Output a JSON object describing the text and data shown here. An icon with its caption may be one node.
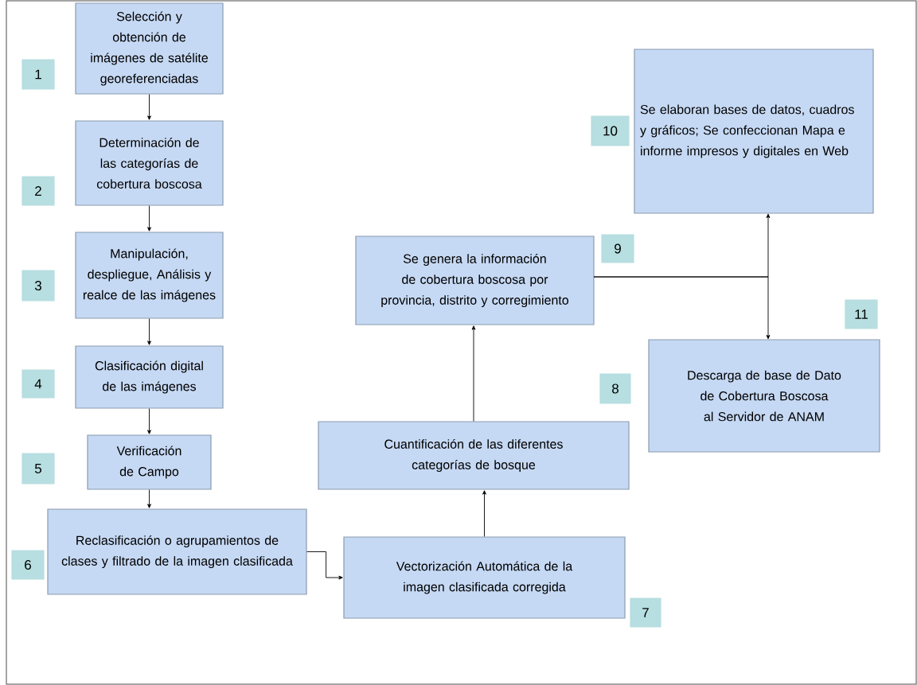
{
  "diagram": {
    "nodes": [
      {
        "text": [
          "Selección y obtención de imágenes de satélite georeferenciadas"
        ]
      },
      {
        "text": [
          "Determinación de las categorías de cobertura boscosa"
        ]
      },
      {
        "text": [
          "Manipulación, despliegue,  Análisis y realce de las imágenes"
        ]
      },
      {
        "text": [
          "Clasificación digital de las imágenes"
        ]
      },
      {
        "text": [
          "Verificación de Campo"
        ]
      },
      {
        "text": [
          "Reclasificación o agrupamientos de clases y filtrado de la imagen clasificada"
        ]
      },
      {
        "text": [
          "Vectorización  Automática de la imagen clasificada corregida"
        ]
      },
      {
        "text": [
          "Cuantificación de las diferentes categorías de bosque"
        ]
      },
      {
        "text": [
          "Se genera la información de cobertura boscosa por provincia, distrito y corregimiento"
        ]
      },
      {
        "text": [
          "Se elaboran bases de datos, cuadros y gráficos;  Se confeccionan Mapa  e informe impresos y digitales en Web"
        ]
      },
      {
        "text": [
          "Descarga de base de Dato de Cobertura Boscosa al Servidor de ANAM"
        ]
      },
      {
        "text": [
          "1"
        ]
      },
      {
        "text": [
          "2"
        ]
      },
      {
        "text": [
          "3"
        ]
      },
      {
        "text": [
          "4"
        ]
      },
      {
        "text": [
          "5"
        ]
      },
      {
        "text": [
          "6"
        ]
      },
      {
        "text": [
          "7"
        ]
      },
      {
        "text": [
          "8"
        ]
      },
      {
        "text": [
          "9"
        ]
      },
      {
        "text": [
          "10"
        ]
      },
      {
        "text": [
          "11"
        ]
      }
    ],
    "edges": [
      {
        "from": 0,
        "to": 1,
        "arrow": "to"
      },
      {
        "from": 1,
        "to": 2,
        "arrow": "to"
      },
      {
        "from": 2,
        "to": 3,
        "arrow": "to"
      },
      {
        "from": 3,
        "to": 4,
        "arrow": "to"
      },
      {
        "from": 4,
        "to": 5,
        "arrow": "to"
      },
      {
        "from": 5,
        "to": 6,
        "arrow": "to"
      },
      {
        "from": 6,
        "to": 7,
        "arrow": "to"
      },
      {
        "from": 7,
        "to": 8,
        "arrow": "to"
      },
      {
        "from": 8,
        "to": 9,
        "arrow": "to"
      },
      {
        "from": 8,
        "to": 10,
        "arrow": "to"
      }
    ]
  }
}
